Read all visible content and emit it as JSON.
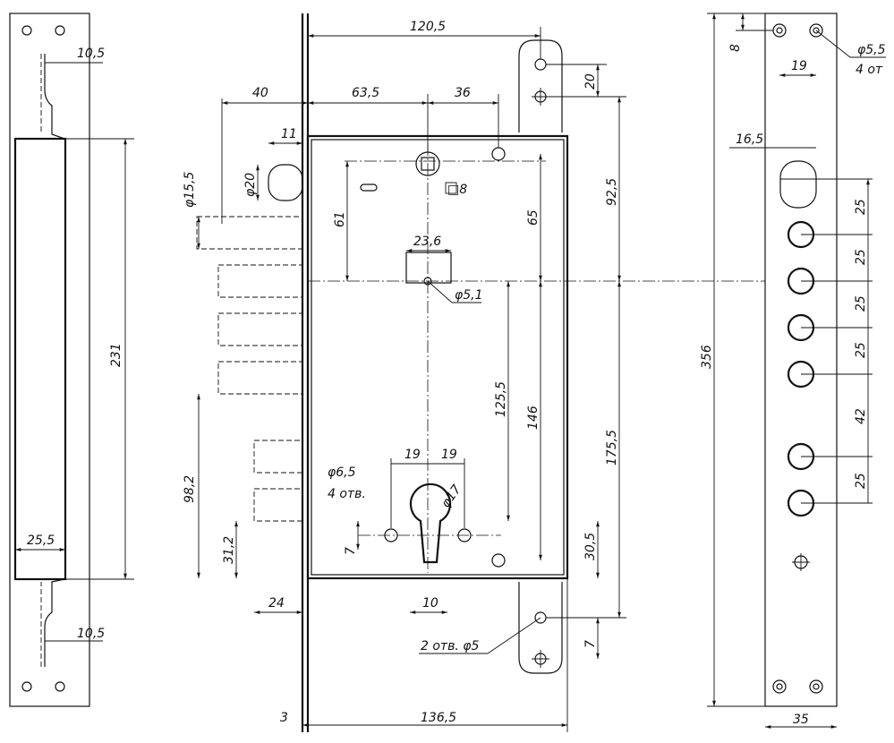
{
  "dimensions": {
    "d_10_5_top": "10,5",
    "d_231": "231",
    "d_25_5": "25,5",
    "d_10_5_bottom": "10,5",
    "d_120_5": "120,5",
    "d_40": "40",
    "d_63_5": "63,5",
    "d_36": "36",
    "d_20": "20",
    "d_92_5": "92,5",
    "d_11": "11",
    "d_dia20": "φ20",
    "d_dia15_5": "φ15,5",
    "d_61": "61",
    "d_sq8": "□8",
    "d_65": "65",
    "d_23_6": "23,6",
    "d_dia5_1": "φ5,1",
    "d_125_5": "125,5",
    "d_146": "146",
    "d_175_5": "175,5",
    "d_98_2": "98,2",
    "d_19_left": "19",
    "d_19_right": "19",
    "d_dia6_5": "φ6,5",
    "d_4holes_a": "4 отв.",
    "d_dia17": "φ17",
    "d_7_left": "7",
    "d_31_2": "31,2",
    "d_30_5": "30,5",
    "d_24": "24",
    "d_10": "10",
    "d_2holes": "2 отв. φ5",
    "d_7_right": "7",
    "d_3": "3",
    "d_136_5": "136,5",
    "d_8": "8",
    "d_dia5_5": "φ5,5",
    "d_4holes_b": "4 от",
    "d_19_plate": "19",
    "d_16_5": "16,5",
    "d_25_a": "25",
    "d_25_b": "25",
    "d_25_c": "25",
    "d_25_d": "25",
    "d_42": "42",
    "d_25_e": "25",
    "d_356": "356",
    "d_35": "35"
  }
}
